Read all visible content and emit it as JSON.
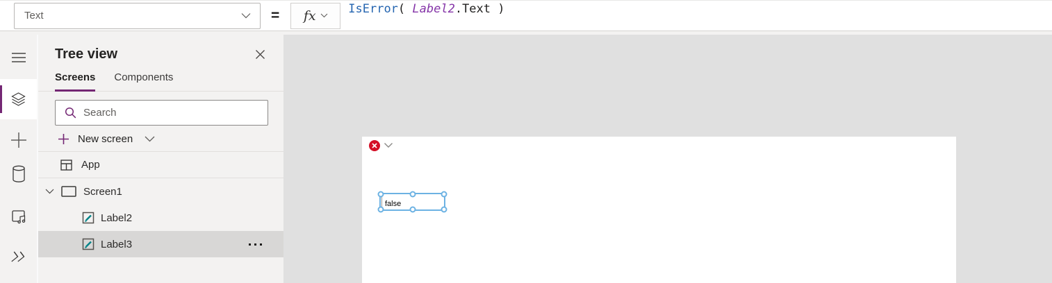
{
  "colors": {
    "accent_purple": "#742774",
    "error_red": "#d40f26",
    "selection_blue": "#6cb2e3",
    "function_token_blue": "#2565b0",
    "control_token_purple": "#8535a8",
    "label_pencil_teal": "#038387",
    "panel_background": "#f3f2f1",
    "canvas_background": "#e0e0e0",
    "selected_row_background": "#d8d7d6"
  },
  "topbar": {
    "property_selector": {
      "value": "Text"
    },
    "equals_sign": "=",
    "fx_label": "fx",
    "formula_tokens": [
      "IsError",
      "( ",
      "Label2",
      ".Text",
      " )"
    ]
  },
  "sidebar": {
    "items": [
      {
        "icon": "hamburger-menu-icon"
      },
      {
        "icon": "tree-view-layers-icon",
        "selected": true
      },
      {
        "icon": "insert-plus-icon"
      },
      {
        "icon": "data-cylinder-icon"
      },
      {
        "icon": "media-icon"
      },
      {
        "icon": "power-automate-icon"
      }
    ]
  },
  "tree_panel": {
    "title": "Tree view",
    "close_icon": "close-x-icon",
    "tabs": [
      {
        "label": "Screens",
        "active": true
      },
      {
        "label": "Components",
        "active": false
      }
    ],
    "search": {
      "placeholder": "Search",
      "value": "",
      "icon": "search-icon"
    },
    "new_screen": {
      "label": "New screen",
      "plus_icon": "plus-icon",
      "chevron": "chevron-down-icon"
    },
    "items": [
      {
        "label": "App",
        "icon": "app-icon"
      },
      {
        "label": "Screen1",
        "icon": "screen-icon",
        "expanded": true
      },
      {
        "label": "Label2",
        "icon": "label-icon"
      },
      {
        "label": "Label3",
        "icon": "label-icon",
        "selected": true,
        "more_options_icon": "ellipsis-icon"
      }
    ]
  },
  "canvas": {
    "error_badge_icon": "error-x-badge",
    "error_chevron_icon": "chevron-down-icon",
    "selected_control": {
      "text": "false",
      "handles": 6
    }
  }
}
